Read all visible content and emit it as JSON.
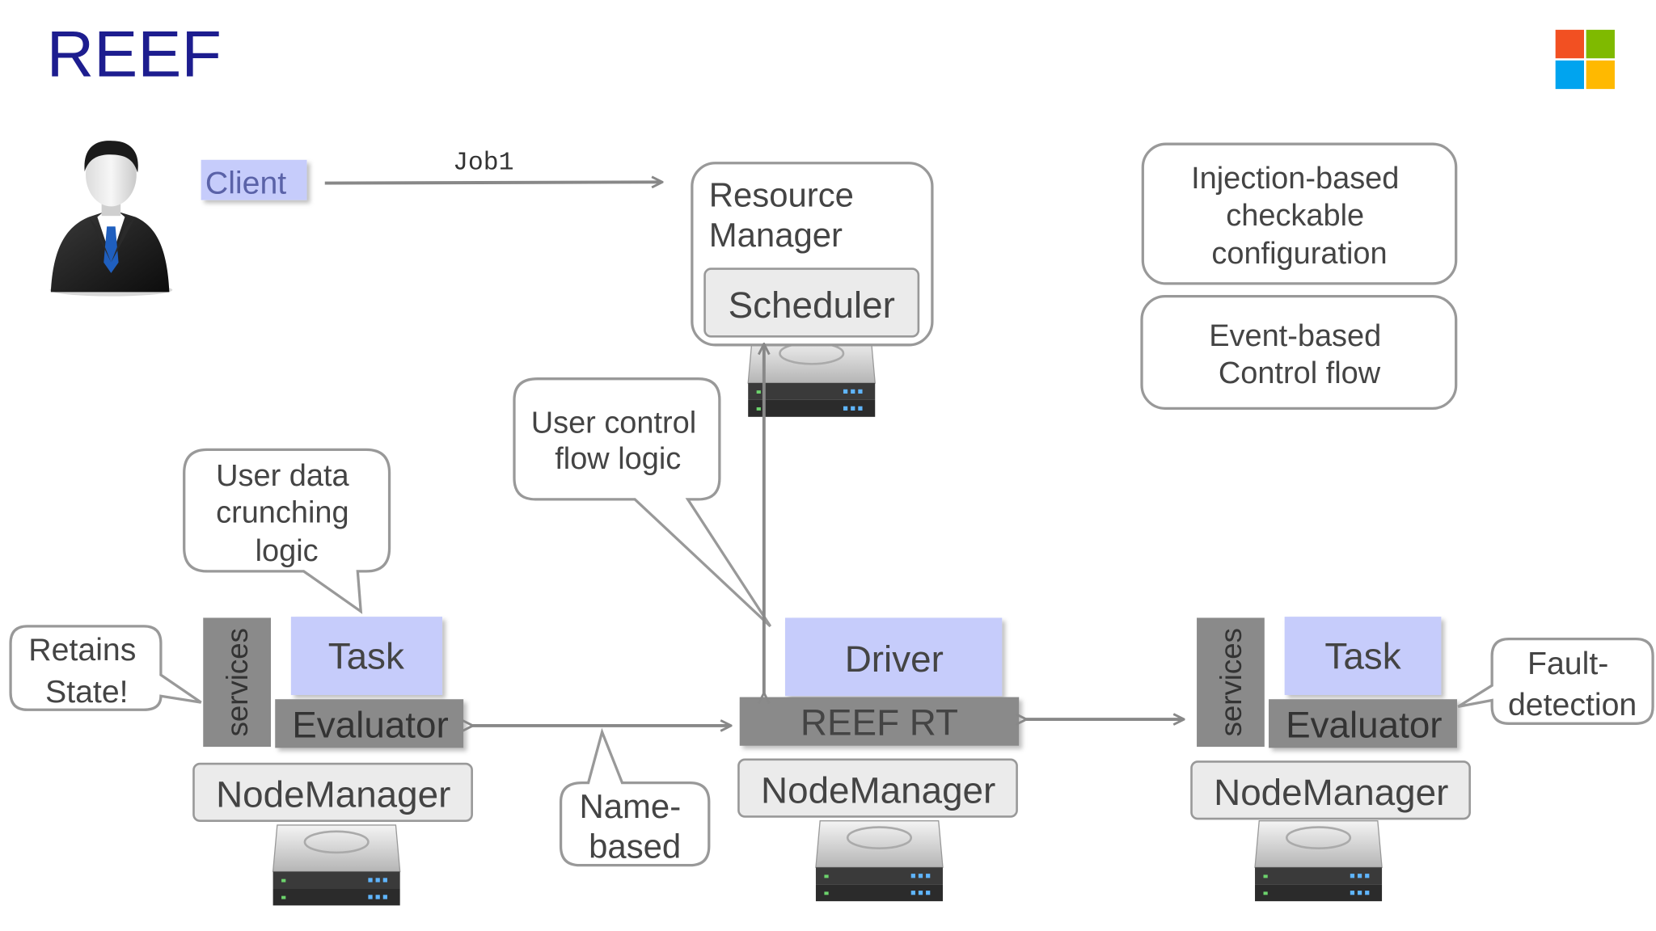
{
  "slide": {
    "title": "REEF",
    "logo_icon": "windows-logo-icon",
    "logo_colors": [
      "#f25022",
      "#7fba00",
      "#00a4ef",
      "#ffb900"
    ]
  },
  "colors": {
    "title": "#1d1d8f",
    "highlight_fill": "#c6ccfb",
    "dark_bar": "#8a8a8a",
    "box_fill": "#eaeaea",
    "line": "#888888",
    "text": "#444444"
  },
  "client": {
    "label": "Client",
    "user_icon": "businessman-icon"
  },
  "job": {
    "label": "Job1"
  },
  "resource_manager": {
    "label_line1": "Resource",
    "label_line2": "Manager",
    "scheduler_label": "Scheduler",
    "server_icon": "server-icon"
  },
  "features": {
    "injection_line1": "Injection-based",
    "injection_line2": "checkable",
    "injection_line3": "configuration",
    "event_line1": "Event-based",
    "event_line2": "Control flow"
  },
  "callouts": {
    "user_control_line1": "User control",
    "user_control_line2": "flow logic",
    "user_data_line1": "User data",
    "user_data_line2": "crunching",
    "user_data_line3": "logic",
    "retains_line1": "Retains",
    "retains_line2": "State!",
    "name_line1": "Name-",
    "name_line2": "based",
    "fault_line1": "Fault-",
    "fault_line2": "detection"
  },
  "left_node": {
    "services_label": "services",
    "task_label": "Task",
    "evaluator_label": "Evaluator",
    "nodemanager_label": "NodeManager"
  },
  "center_node": {
    "driver_label": "Driver",
    "runtime_label": "REEF RT",
    "nodemanager_label": "NodeManager"
  },
  "right_node": {
    "services_label": "services",
    "task_label": "Task",
    "evaluator_label": "Evaluator",
    "nodemanager_label": "NodeManager"
  }
}
